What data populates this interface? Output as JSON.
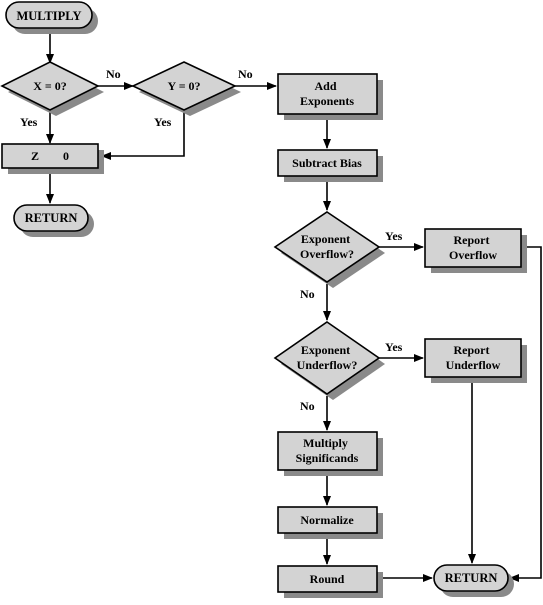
{
  "nodes": {
    "multiply_start": "MULTIPLY",
    "x_zero": "X = 0?",
    "y_zero": "Y = 0?",
    "z_zero": "Z        0",
    "return_left": "RETURN",
    "add_exponents": [
      "Add",
      "Exponents"
    ],
    "subtract_bias": "Subtract Bias",
    "exp_overflow": [
      "Exponent",
      "Overflow?"
    ],
    "report_overflow": [
      "Report",
      "Overflow"
    ],
    "exp_underflow": [
      "Exponent",
      "Underflow?"
    ],
    "report_underflow": [
      "Report",
      "Underflow"
    ],
    "multiply_sig": [
      "Multiply",
      "Significands"
    ],
    "normalize": "Normalize",
    "round": "Round",
    "return_right": "RETURN"
  },
  "edge_labels": {
    "x_no": "No",
    "x_yes": "Yes",
    "y_no": "No",
    "y_yes": "Yes",
    "overflow_yes": "Yes",
    "overflow_no": "No",
    "underflow_yes": "Yes",
    "underflow_no": "No"
  },
  "colors": {
    "fill": "#d3d3d3",
    "shadow": "#8a8a8a",
    "stroke": "#000000"
  }
}
